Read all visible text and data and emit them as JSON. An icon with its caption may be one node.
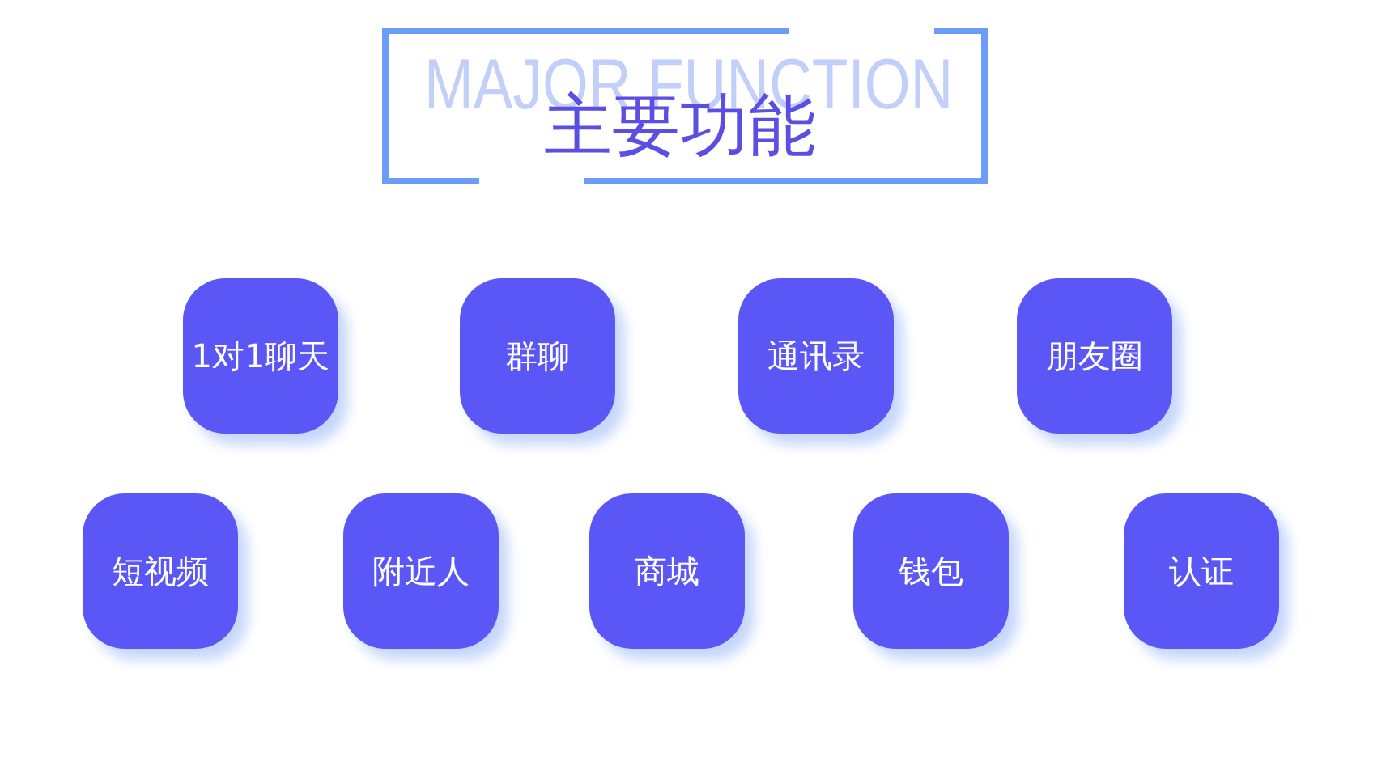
{
  "diagram": {
    "title": "主要功能",
    "nodes": [
      {
        "text": [
          "1对1聊天"
        ]
      },
      {
        "text": [
          "群聊"
        ]
      },
      {
        "text": [
          "通讯录"
        ]
      },
      {
        "text": [
          "朋友圈"
        ]
      },
      {
        "text": [
          "短视频"
        ]
      },
      {
        "text": [
          "附近人"
        ]
      },
      {
        "text": [
          "商城"
        ]
      },
      {
        "text": [
          "钱包"
        ]
      },
      {
        "text": [
          "认证"
        ]
      }
    ],
    "labels": [
      "MAJOR FUNCTION"
    ]
  }
}
